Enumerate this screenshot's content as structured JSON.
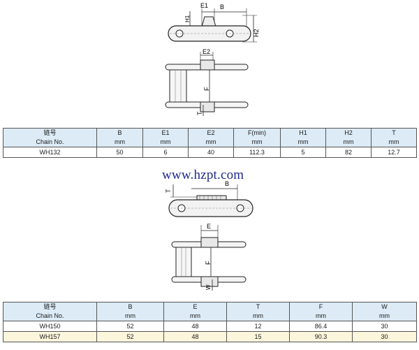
{
  "watermark": "www.hzpt.com",
  "diagram1": {
    "top_labels": {
      "e1": "E1",
      "b": "B",
      "h1": "H1",
      "h2": "H2"
    },
    "side_labels": {
      "e2": "E2",
      "f": "F",
      "t": "T"
    }
  },
  "table1": {
    "headers": [
      {
        "name": "链号",
        "unit": "Chain No."
      },
      {
        "name": "B",
        "unit": "mm"
      },
      {
        "name": "E1",
        "unit": "mm"
      },
      {
        "name": "E2",
        "unit": "mm"
      },
      {
        "name": "F(min)",
        "unit": "mm"
      },
      {
        "name": "H1",
        "unit": "mm"
      },
      {
        "name": "H2",
        "unit": "mm"
      },
      {
        "name": "T",
        "unit": "mm"
      }
    ],
    "rows": [
      [
        "WH132",
        "50",
        "6",
        "40",
        "112.3",
        "5",
        "82",
        "12.7"
      ]
    ]
  },
  "diagram2": {
    "top_labels": {
      "t": "T",
      "b": "B"
    },
    "side_labels": {
      "e": "E",
      "f": "F",
      "w": "W"
    }
  },
  "table2": {
    "headers": [
      {
        "name": "链号",
        "unit": "Chain No."
      },
      {
        "name": "B",
        "unit": "mm"
      },
      {
        "name": "E",
        "unit": "mm"
      },
      {
        "name": "T",
        "unit": "mm"
      },
      {
        "name": "F",
        "unit": "mm"
      },
      {
        "name": "W",
        "unit": "mm"
      }
    ],
    "rows": [
      [
        "WH150",
        "52",
        "48",
        "12",
        "86.4",
        "30"
      ],
      [
        "WH157",
        "52",
        "48",
        "15",
        "90.3",
        "30"
      ]
    ]
  }
}
